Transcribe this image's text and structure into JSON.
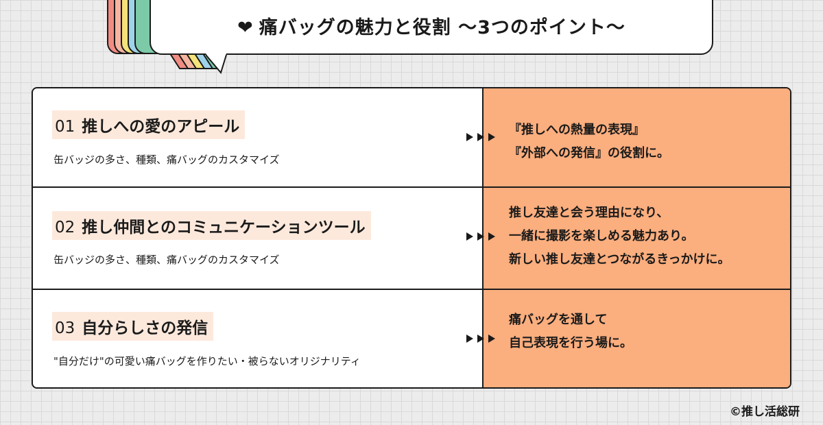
{
  "header": {
    "heart": "❤",
    "title": "痛バッグの魅力と役割 〜3つのポイント〜"
  },
  "rows": [
    {
      "number": "01",
      "heading": "推しへの愛のアピール",
      "description": "缶バッジの多さ、種類、痛バッグのカスタマイズ",
      "result_lines": [
        "『推しへの熱量の表現』",
        "『外部への発信』の役割に。"
      ]
    },
    {
      "number": "02",
      "heading": "推し仲間とのコミュニケーションツール",
      "description": "缶バッジの多さ、種類、痛バッグのカスタマイズ",
      "result_lines": [
        "推し友達と会う理由になり、",
        "一緒に撮影を楽しめる魅力あり。",
        "新しい推し友達とつながるきっかけに。"
      ]
    },
    {
      "number": "03",
      "heading": "自分らしさの発信",
      "description": "\"自分だけ\"の可愛い痛バッグを作りたい・被らないオリジナリティ",
      "result_lines": [
        "痛バッグを通して",
        "自己表現を行う場に。"
      ]
    }
  ],
  "credit": "©推し活総研",
  "colors": {
    "accent_orange": "#fbae7e",
    "label_highlight": "#fde9dc",
    "stripes": [
      "#f08c82",
      "#f5b5a0",
      "#f4e27a",
      "#9fd3ea",
      "#7dcaa8"
    ]
  },
  "icons": {
    "arrow": "triple-play-arrow-icon",
    "heart": "heart-icon"
  }
}
